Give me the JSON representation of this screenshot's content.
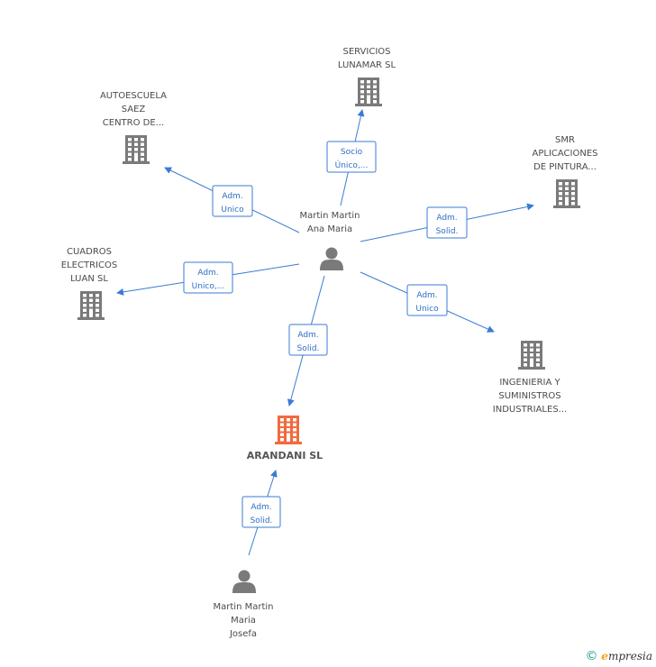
{
  "colors": {
    "company": "#7a7a7a",
    "focus_company": "#f26a3d",
    "person": "#7a7a7a",
    "edge": "#3a7bd5"
  },
  "nodes": [
    {
      "id": "martin_ana",
      "type": "person",
      "lines": [
        "Martin Martin",
        "Ana Maria"
      ]
    },
    {
      "id": "arandani",
      "type": "focus-company",
      "lines": [
        "ARANDANI SL"
      ]
    },
    {
      "id": "martin_josefa",
      "type": "person",
      "lines": [
        "Martin Martin",
        "Maria",
        "Josefa"
      ]
    },
    {
      "id": "servicios",
      "type": "company",
      "lines": [
        "SERVICIOS",
        "LUNAMAR  SL"
      ]
    },
    {
      "id": "autoescuela",
      "type": "company",
      "lines": [
        "AUTOESCUELA",
        "SAEZ",
        "CENTRO DE..."
      ]
    },
    {
      "id": "smr",
      "type": "company",
      "lines": [
        "SMR",
        "APLICACIONES",
        "DE PINTURA..."
      ]
    },
    {
      "id": "cuadros",
      "type": "company",
      "lines": [
        "CUADROS",
        "ELECTRICOS",
        "LUAN  SL"
      ]
    },
    {
      "id": "ingenieria",
      "type": "company",
      "lines": [
        "INGENIERIA Y",
        "SUMINISTROS",
        "INDUSTRIALES..."
      ]
    }
  ],
  "edges": [
    {
      "id": "e_servicios",
      "lines": [
        "Socio",
        "Único,..."
      ]
    },
    {
      "id": "e_autoescuela",
      "lines": [
        "Adm.",
        "Unico"
      ]
    },
    {
      "id": "e_smr",
      "lines": [
        "Adm.",
        "Solid."
      ]
    },
    {
      "id": "e_cuadros",
      "lines": [
        "Adm.",
        "Unico,..."
      ]
    },
    {
      "id": "e_ingenieria",
      "lines": [
        "Adm.",
        "Unico"
      ]
    },
    {
      "id": "e_arandani",
      "lines": [
        "Adm.",
        "Solid."
      ]
    },
    {
      "id": "e_josefa",
      "lines": [
        "Adm.",
        "Solid."
      ]
    }
  ],
  "footer": {
    "copyright": "©",
    "brand_initial": "e",
    "brand_rest": "mpresia"
  }
}
